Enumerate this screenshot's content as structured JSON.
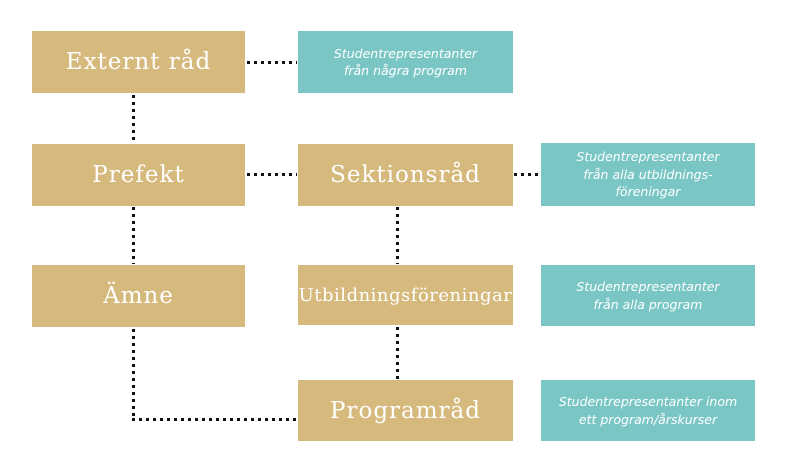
{
  "palette": {
    "background": "#ffffff",
    "box_tan": "#d6b97c",
    "box_teal": "#7ac6c5",
    "label_text": "#ffffff",
    "connector": "#111111"
  },
  "nodes": {
    "externt_rad": {
      "label": "Externt råd",
      "type": "unit"
    },
    "prefekt": {
      "label": "Prefekt",
      "type": "unit"
    },
    "sektionsrad": {
      "label": "Sektionsråd",
      "type": "unit"
    },
    "amne": {
      "label": "Ämne",
      "type": "unit"
    },
    "utbildningsforeningar": {
      "label": "Utbildningsföreningar",
      "type": "unit"
    },
    "programrad": {
      "label": "Programråd",
      "type": "unit"
    },
    "rep_nagra_program": {
      "label": "Studentrepresentanter\nfrån några program",
      "type": "note"
    },
    "rep_alla_utbildningsforeningar": {
      "label": "Studentrepresentanter\nfrån alla utbildnings-\nföreningar",
      "type": "note"
    },
    "rep_alla_program": {
      "label": "Studentrepresentanter\nfrån alla program",
      "type": "note"
    },
    "rep_inom_program": {
      "label": "Studentrepresentanter inom\nett program/årskurser",
      "type": "note"
    }
  },
  "edges": [
    {
      "from": "externt_rad",
      "to": "rep_nagra_program",
      "style": "dotted"
    },
    {
      "from": "externt_rad",
      "to": "prefekt",
      "style": "dotted"
    },
    {
      "from": "prefekt",
      "to": "sektionsrad",
      "style": "dotted"
    },
    {
      "from": "sektionsrad",
      "to": "rep_alla_utbildningsforeningar",
      "style": "dotted"
    },
    {
      "from": "prefekt",
      "to": "amne",
      "style": "dotted"
    },
    {
      "from": "sektionsrad",
      "to": "utbildningsforeningar",
      "style": "dotted"
    },
    {
      "from": "utbildningsforeningar",
      "to": "programrad",
      "style": "dotted"
    },
    {
      "from": "amne",
      "to": "programrad",
      "style": "dotted"
    }
  ]
}
